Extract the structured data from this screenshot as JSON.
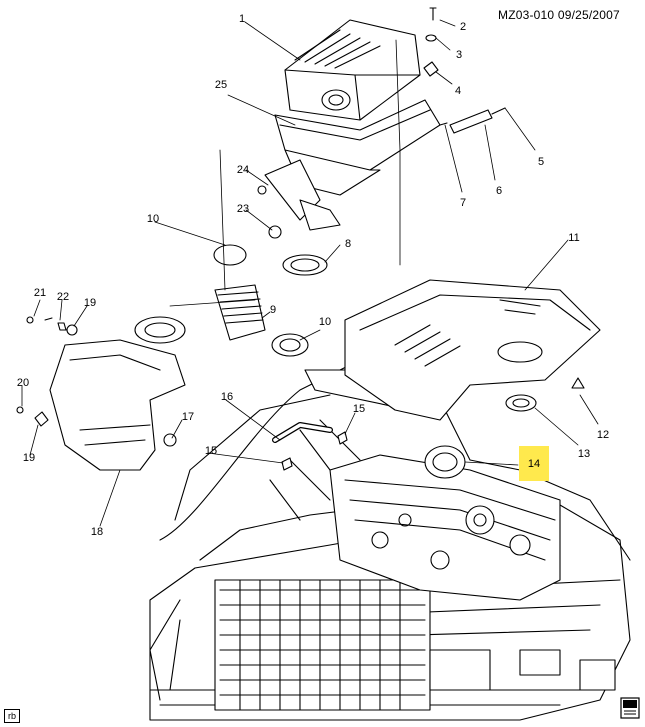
{
  "header": {
    "diagram_code": "MZ03-010",
    "date": "09/25/2007"
  },
  "callouts": [
    "1",
    "2",
    "3",
    "4",
    "5",
    "6",
    "7",
    "8",
    "9",
    "10",
    "10",
    "11",
    "12",
    "13",
    "14",
    "15",
    "15",
    "16",
    "17",
    "18",
    "19",
    "19",
    "20",
    "21",
    "22",
    "23",
    "24",
    "25"
  ],
  "highlight_callout": "14",
  "corner_tag": "rb",
  "colors": {
    "highlight": "#ffe94d",
    "line": "#000000",
    "background": "#ffffff"
  },
  "icons": [
    "manual-book-icon"
  ]
}
